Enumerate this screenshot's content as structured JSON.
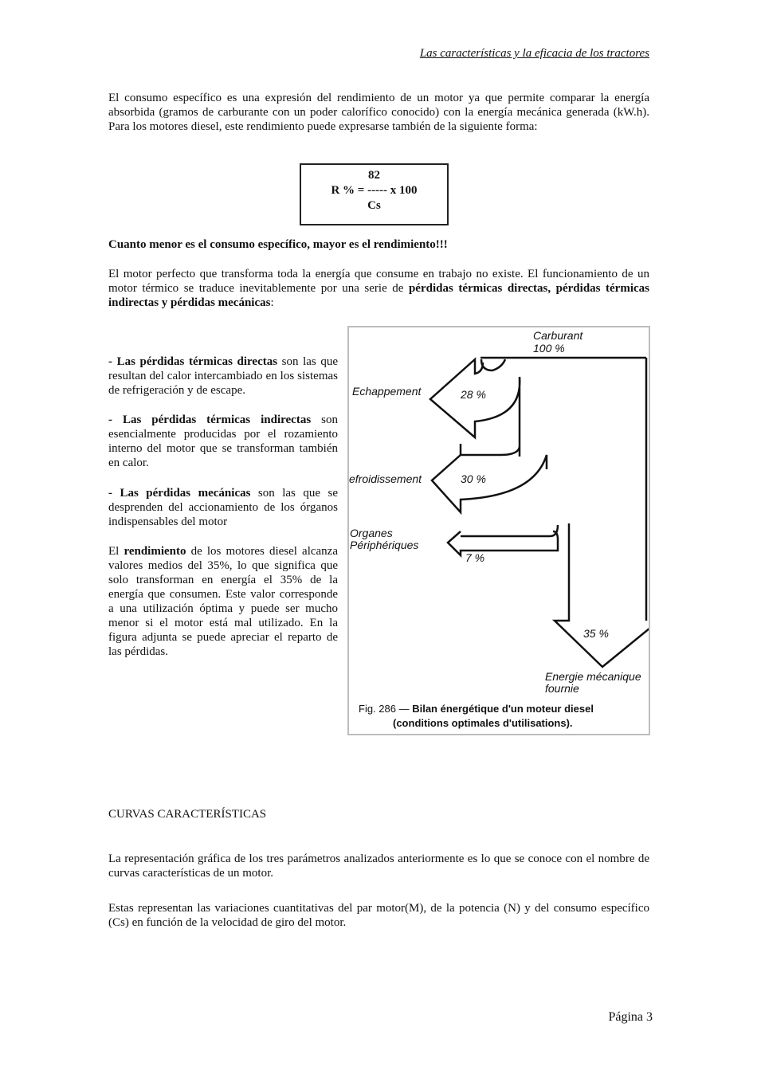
{
  "header": {
    "title": "Las características y la eficacia de los tractores"
  },
  "intro": "El consumo específico es una expresión del rendimiento de un motor ya que permite comparar la energía absorbida (gramos de carburante con un poder calorífico conocido) con la energía mecánica generada (kW.h). Para los motores diesel, este rendimiento puede expresarse también de la siguiente forma:",
  "formula": {
    "line1": "82",
    "line2": "R % = ----- x 100",
    "line3": "Cs"
  },
  "emphasis": "Cuanto menor es el consumo específico, mayor es el rendimiento!!!",
  "losses_intro": {
    "text": "El motor perfecto que transforma toda la energía que consume en trabajo no existe. El funcionamiento de un motor térmico se traduce inevitablemente por una serie de ",
    "bold": "pérdidas térmicas directas, pérdidas térmicas indirectas y pérdidas mecánicas",
    "end": ":"
  },
  "bullets": [
    {
      "bold": "- Las pérdidas térmicas directas",
      "text": " son las que resultan del calor intercambiado en los sistemas de refrigeración y de escape."
    },
    {
      "bold": "- Las pérdidas térmicas indirectas",
      "text": " son esencialmente producidas por el rozamiento interno del motor que se transforman también en calor."
    },
    {
      "bold": "- Las pérdidas mecánicas",
      "text": " son las que se desprenden del accionamiento de los órganos indispensables del motor"
    }
  ],
  "rendimiento": {
    "pre": "El ",
    "bold": "rendimiento",
    "text": " de los motores diesel alcanza valores medios del 35%, lo que significa que solo transforman en energía el 35% de la energía que consumen. Este valor corresponde a una utilización óptima y puede ser mucho menor si el motor está mal utilizado. En la figura adjunta se puede apreciar el reparto de las pérdidas."
  },
  "figure": {
    "carburant": "Carburant",
    "carburant_pct": "100 %",
    "echappement": "Echappement",
    "echappement_pct": "28 %",
    "refroidissement": "efroidissement",
    "refroidissement_pct": "30 %",
    "organes1": "Organes",
    "organes2": "Périphériques",
    "organes_pct": "7 %",
    "energie_pct": "35 %",
    "energie1": "Energie mécanique",
    "energie2": "fournie",
    "caption_prefix": "Fig. 286 — ",
    "caption_bold1": "Bilan énergétique d'un moteur diesel",
    "caption_bold2": "(conditions optimales d'utilisations)."
  },
  "section_title": "CURVAS CARACTERÍSTICAS",
  "para_curvas1": "La representación gráfica de los tres parámetros analizados anteriormente es lo que se conoce con el nombre de curvas características de un motor.",
  "para_curvas2": "Estas representan las variaciones cuantitativas del par motor(M), de la potencia (N) y del consumo específico (Cs) en función de la velocidad de giro del motor.",
  "page": "Página 3"
}
